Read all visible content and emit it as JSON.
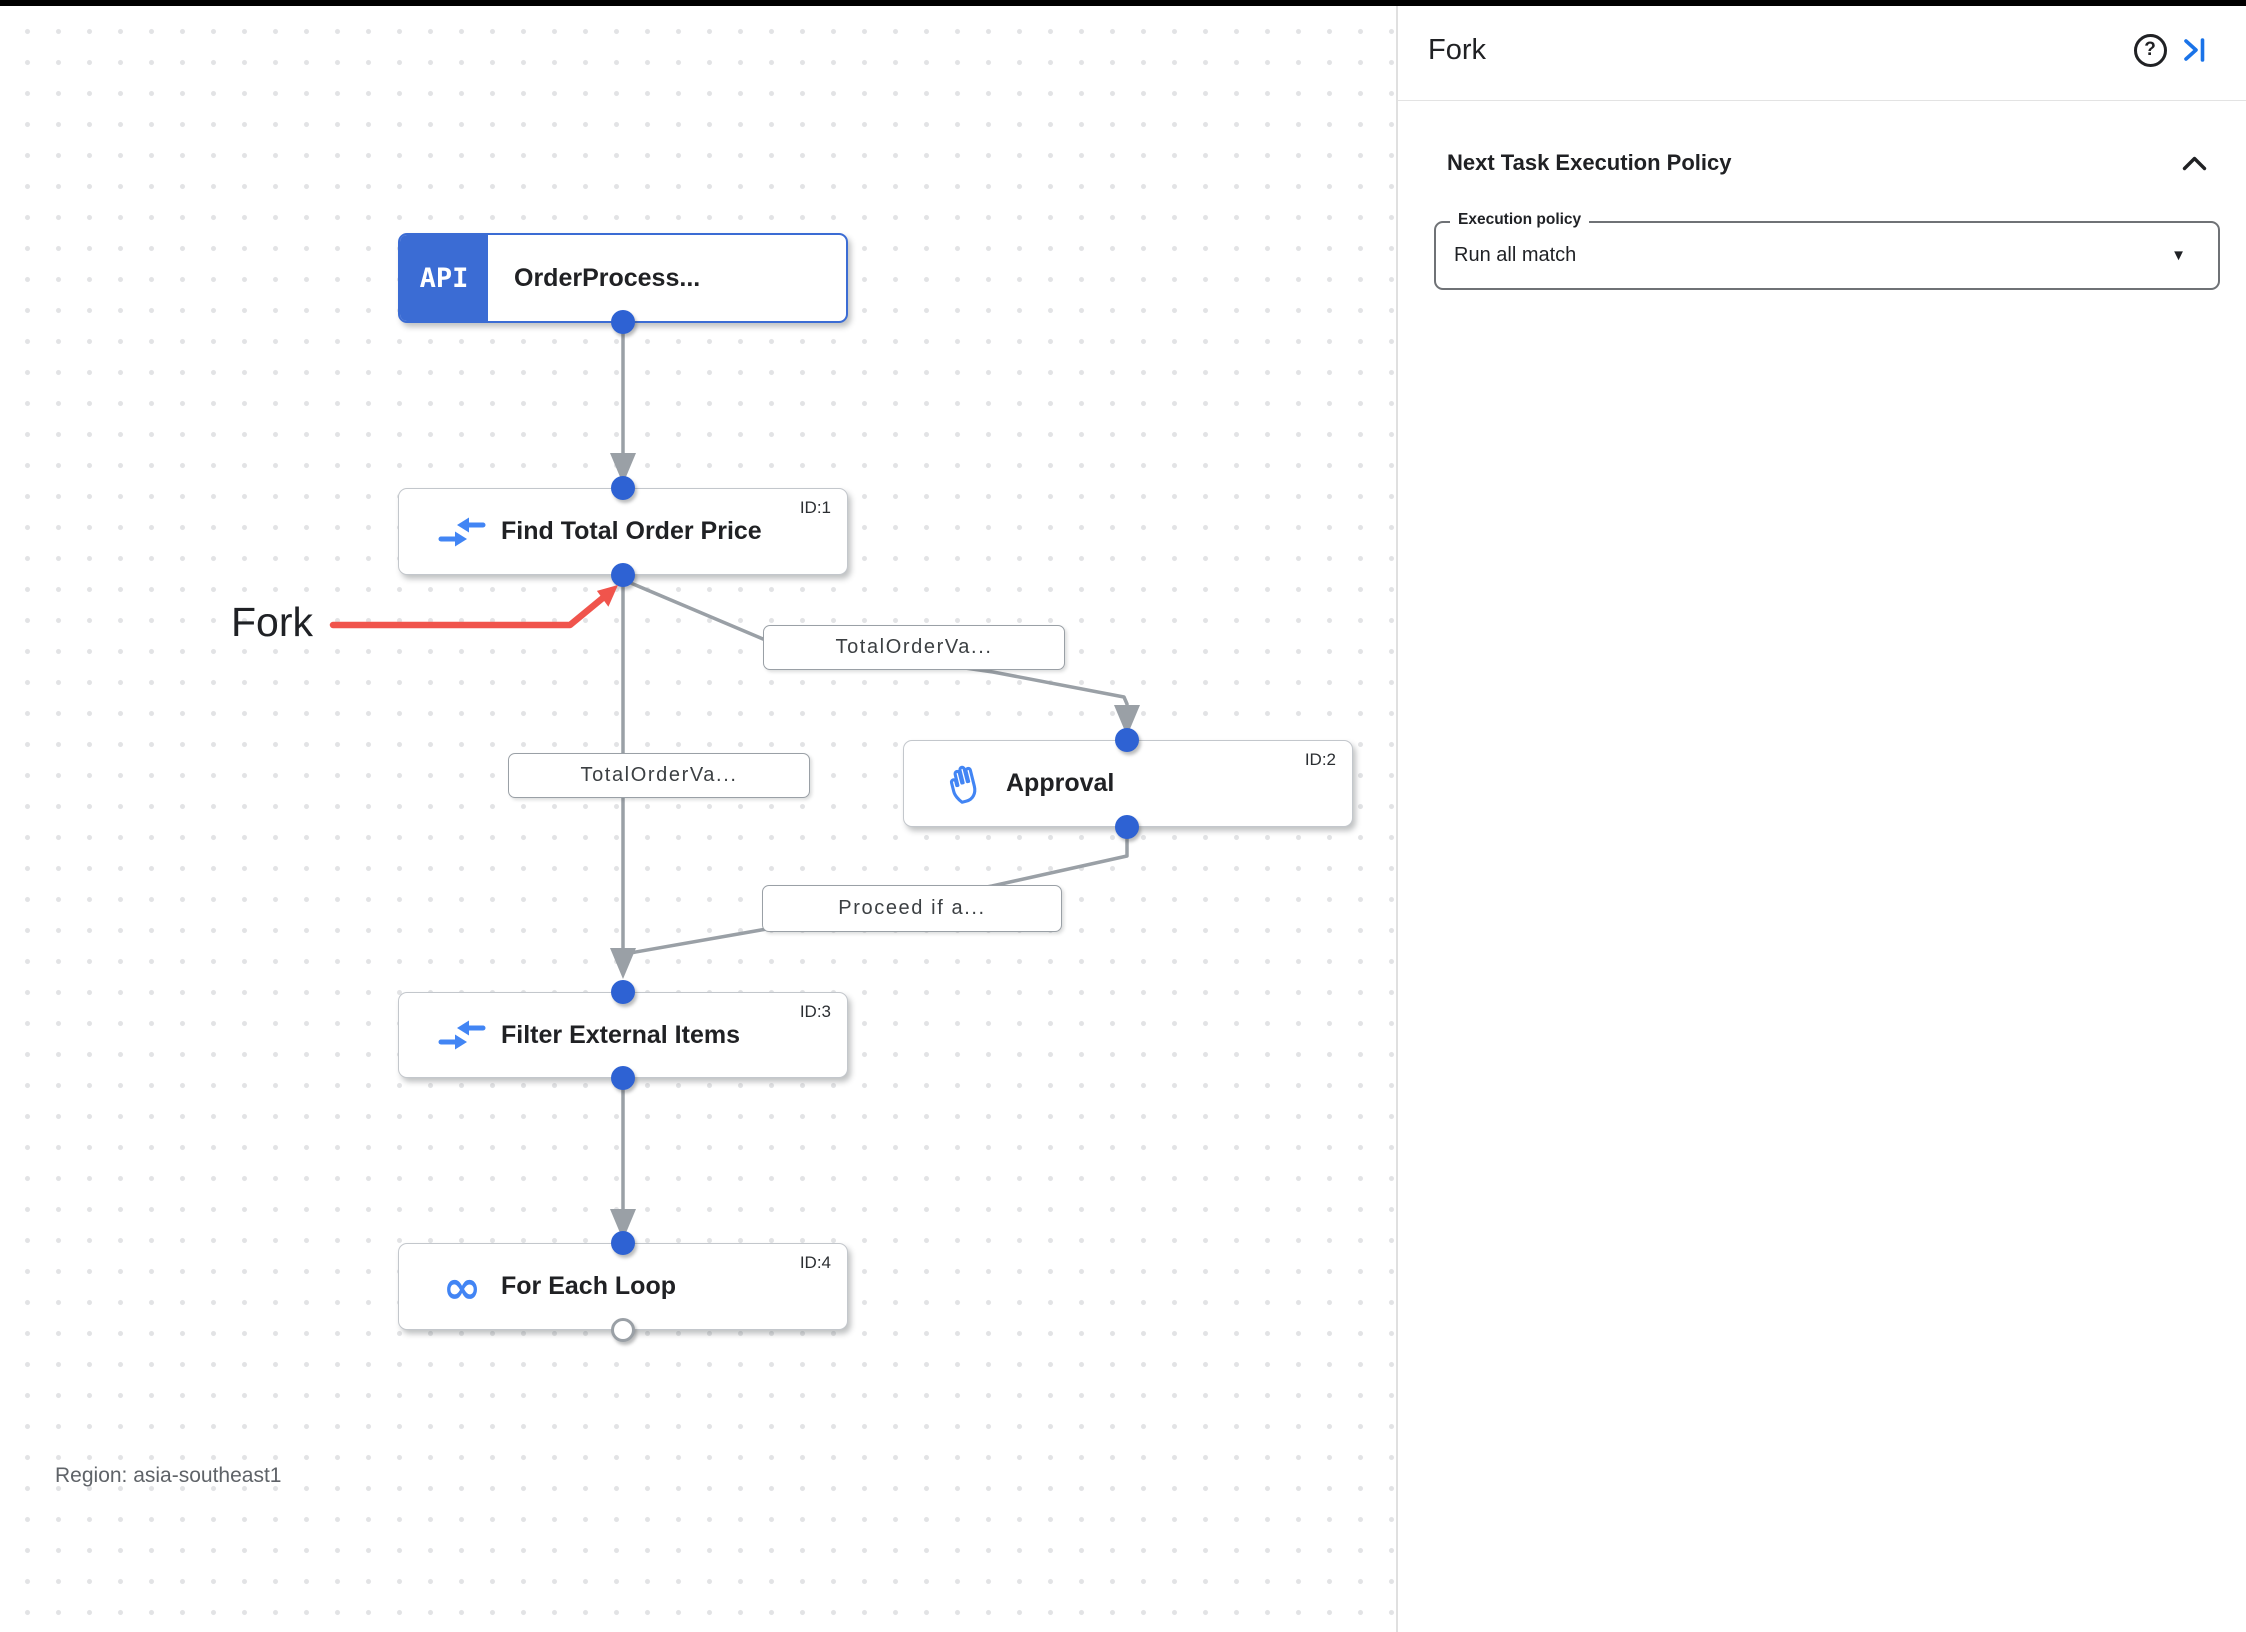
{
  "canvas": {
    "region_label": "Region: asia-southeast1",
    "annotation": {
      "label": "Fork"
    },
    "nodes": [
      {
        "name": "order-process-trigger",
        "badge": "API",
        "label": "OrderProcess..."
      },
      {
        "name": "find-total-order-price",
        "id_text": "ID:1",
        "label": "Find Total Order Price",
        "icon": "data-mapping-icon"
      },
      {
        "name": "approval",
        "id_text": "ID:2",
        "label": "Approval",
        "icon": "approval-hand-icon"
      },
      {
        "name": "filter-external-items",
        "id_text": "ID:3",
        "label": "Filter External Items",
        "icon": "data-mapping-icon"
      },
      {
        "name": "for-each-loop",
        "id_text": "ID:4",
        "label": "For Each Loop",
        "icon": "loop-icon",
        "loop_glyph": "∞"
      }
    ],
    "edge_labels": [
      {
        "text": "TotalOrderVa..."
      },
      {
        "text": "TotalOrderVa..."
      },
      {
        "text": "Proceed if a..."
      }
    ]
  },
  "panel": {
    "title": "Fork",
    "help_icon": "?",
    "section_heading": "Next Task Execution Policy",
    "execution_policy": {
      "label": "Execution policy",
      "value": "Run all match",
      "caret": "▼"
    }
  },
  "colors": {
    "trigger_blue": "#3b6cd4",
    "port_blue": "#2e62d3",
    "icon_blue": "#4285f4",
    "link_blue": "#1a73e8",
    "edge_gray": "#9aa0a6",
    "annotation_red": "#f0544c"
  }
}
